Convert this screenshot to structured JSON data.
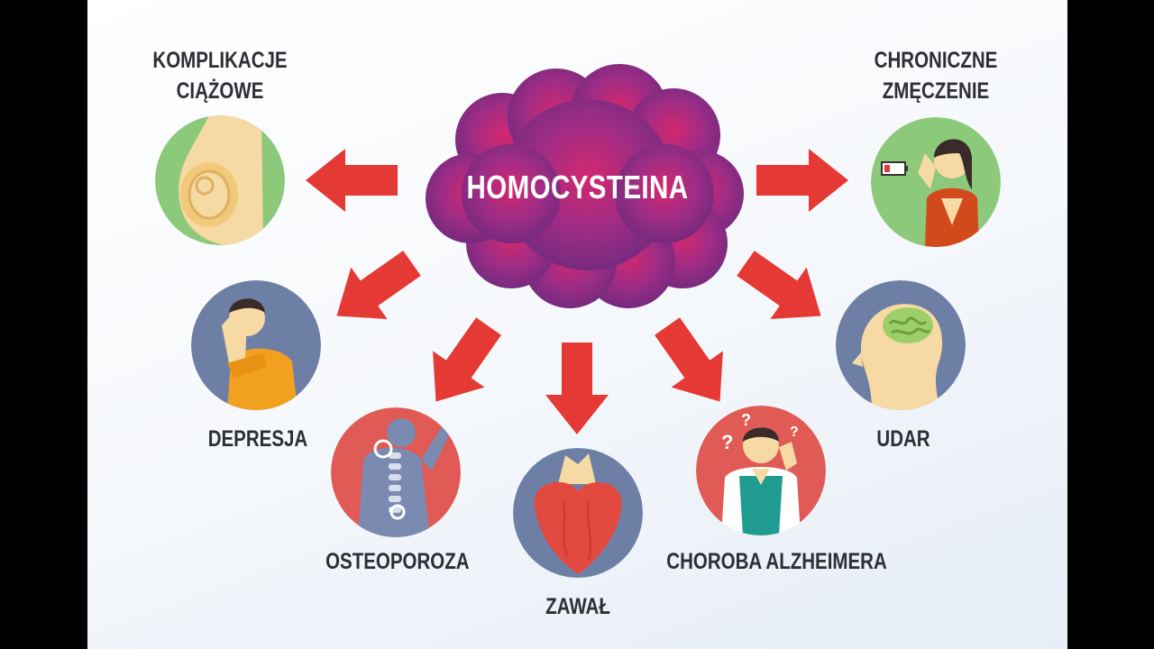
{
  "center": {
    "label": "HOMOCYSTEINA"
  },
  "outcomes": {
    "pregnancy": {
      "line1": "KOMPLIKACJE",
      "line2": "CIĄŻOWE"
    },
    "fatigue": {
      "line1": "CHRONICZNE",
      "line2": "ZMĘCZENIE"
    },
    "depression": {
      "label": "DEPRESJA"
    },
    "stroke": {
      "label": "UDAR"
    },
    "osteoporosis": {
      "label": "OSTEOPOROZA"
    },
    "heart_attack": {
      "label": "ZAWAŁ"
    },
    "alzheimers": {
      "label": "CHOROBA ALZHEIMERA"
    }
  },
  "colors": {
    "arrow": "#e53935",
    "cloud": "#8e2a80",
    "circle_green": "#8cc97a",
    "circle_blue": "#6e7fa5",
    "circle_red": "#e05b55",
    "label_text": "#2e2e35"
  },
  "icons": {
    "pregnancy": "pregnant-belly-icon",
    "fatigue": "tired-woman-low-battery-icon",
    "depression": "sad-man-icon",
    "stroke": "head-brain-icon",
    "osteoporosis": "spine-pain-icon",
    "heart_attack": "heart-icon",
    "alzheimers": "confused-man-icon"
  }
}
